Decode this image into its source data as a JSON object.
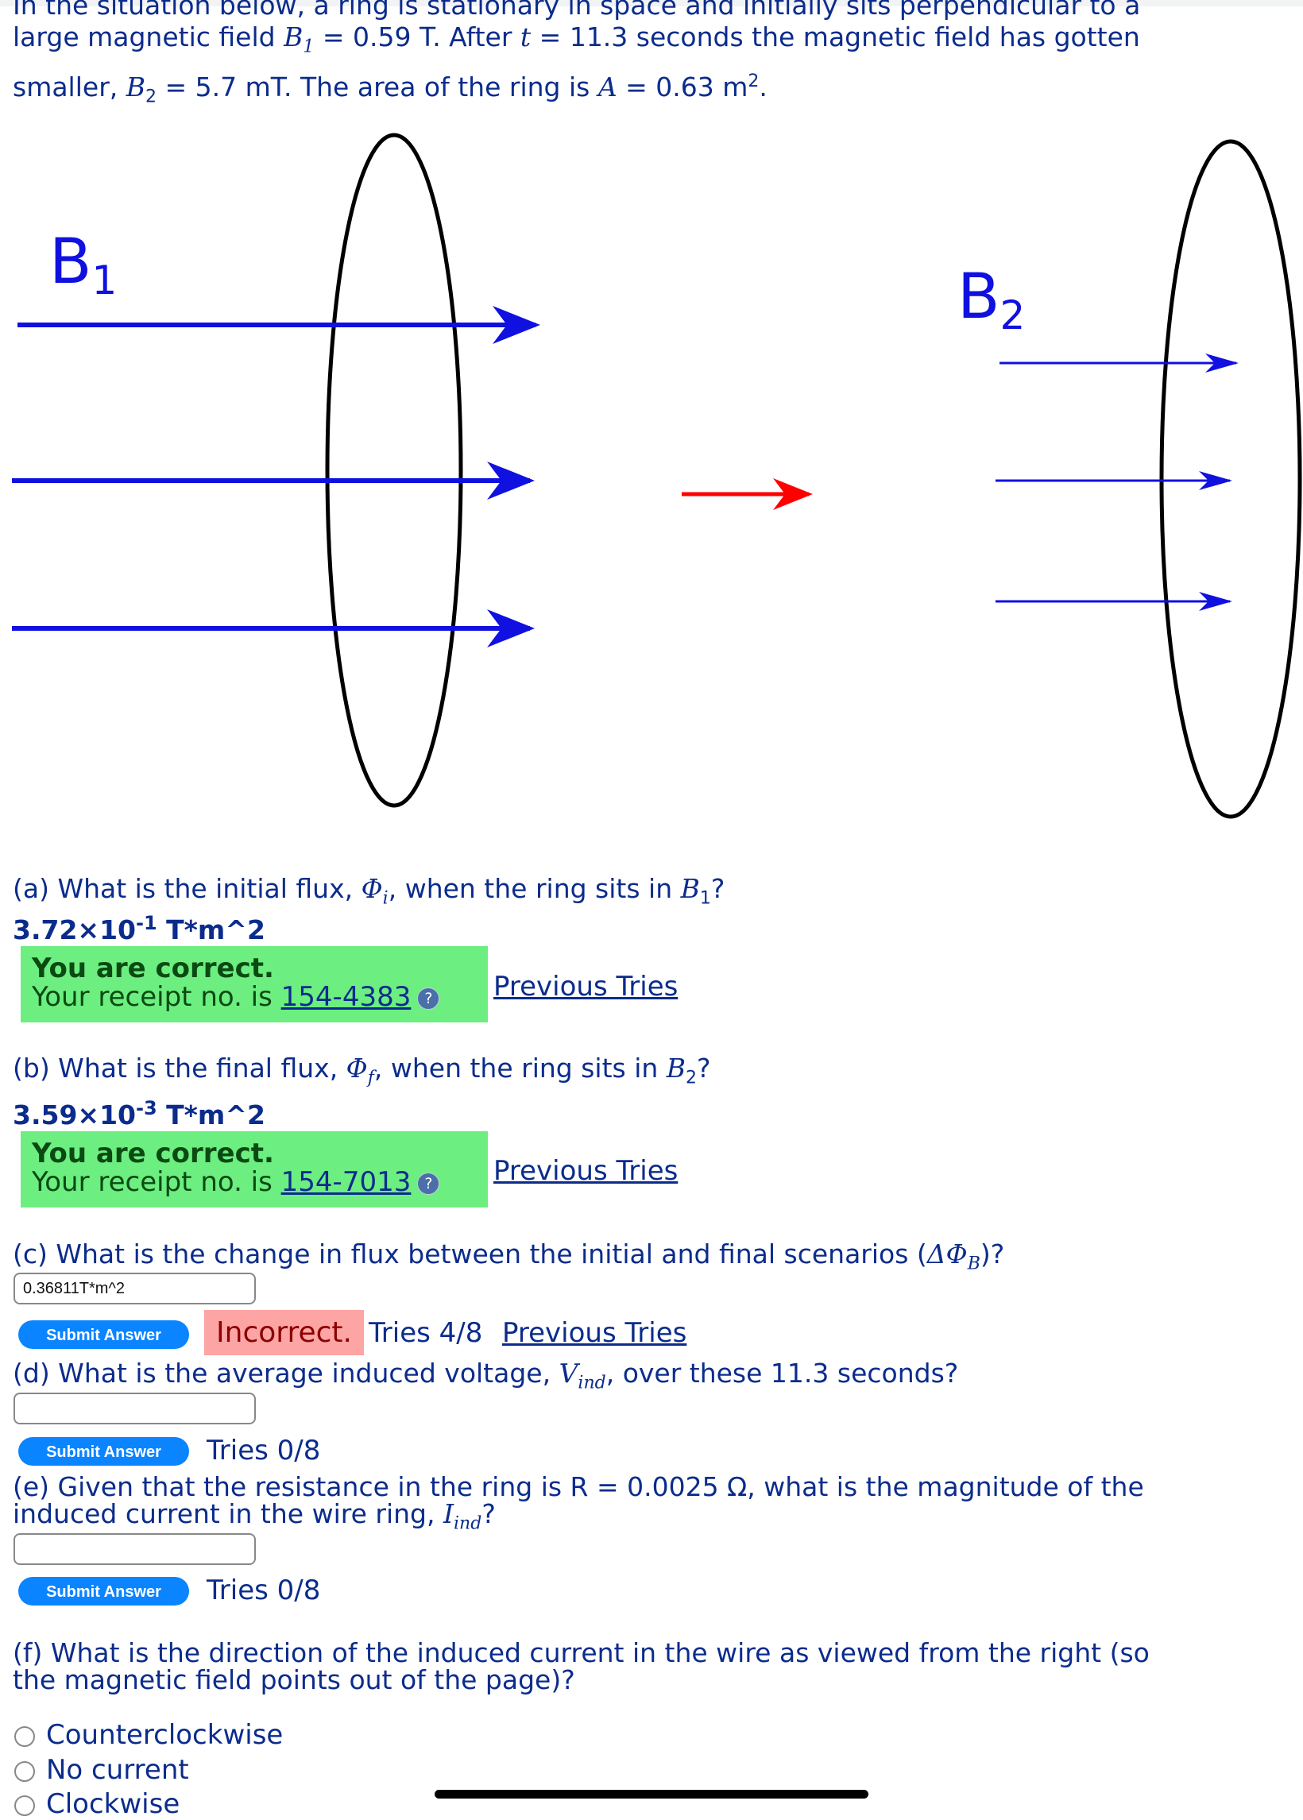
{
  "intro": {
    "line1": "In the situation below, a ring is stationary in space and initially sits perpendicular to a",
    "line2_a": "large magnetic field ",
    "b1_sym": "B",
    "b1_sub": "1",
    "line2_b": " = 0.59 T. After ",
    "t_sym": "t",
    "line2_c": " = 11.3 seconds the magnetic field has gotten",
    "line3_a": "smaller, ",
    "b2_sym": "B",
    "b2_sub": "2",
    "line3_b": " = 5.7 mT. The area of the ring is ",
    "a_sym": "A",
    "line3_c": " = 0.63 m",
    "line3_sup": "2",
    "line3_end": "."
  },
  "diagram": {
    "label_b1": "B",
    "label_b1_sub": "1",
    "label_b2": "B",
    "label_b2_sub": "2",
    "field_color": "#1010e0",
    "transition_arrow_color": "#ff0000"
  },
  "parts": {
    "a": {
      "question_a": "(a) What is the initial flux, ",
      "sym": "Φ",
      "sub": "i",
      "question_b": ", when the ring sits in ",
      "field": "B",
      "field_sub": "1",
      "question_c": "?",
      "answer_mant": "3.72×10",
      "answer_exp": "-1",
      "answer_unit": " T*m^2",
      "status": "You are correct.",
      "receipt_label": "Your receipt no. is ",
      "receipt": "154-4383",
      "help": "?",
      "previous": "Previous Tries"
    },
    "b": {
      "question_a": "(b) What is the final flux, ",
      "sym": "Φ",
      "sub": "f",
      "question_b": ", when the ring sits in ",
      "field": "B",
      "field_sub": "2",
      "question_c": "?",
      "answer_mant": "3.59×10",
      "answer_exp": "-3",
      "answer_unit": " T*m^2",
      "status": "You are correct.",
      "receipt_label": "Your receipt no. is ",
      "receipt": "154-7013",
      "help": "?",
      "previous": "Previous Tries"
    },
    "c": {
      "question_a": "(c) What is the change in flux between the initial and final scenarios (",
      "sym": "ΔΦ",
      "sub": "B",
      "question_b": ")?",
      "input_value": "0.36811T*m^2",
      "submit": "Submit Answer",
      "result": "Incorrect.",
      "tries": "Tries 4/8",
      "previous": "Previous Tries"
    },
    "d": {
      "question_a": "(d) What is the average induced voltage, ",
      "sym": "V",
      "sub": "ind",
      "question_b": ", over these 11.3 seconds?",
      "input_value": "",
      "submit": "Submit Answer",
      "tries": "Tries 0/8"
    },
    "e": {
      "line1": "(e) Given that the resistance in the ring is R = 0.0025 Ω, what is the magnitude of the",
      "line2_a": "induced current in the wire ring, ",
      "sym": "I",
      "sub": "ind",
      "line2_b": "?",
      "input_value": "",
      "submit": "Submit Answer",
      "tries": "Tries 0/8"
    },
    "f": {
      "line1": "(f) What is the direction of the induced current in the wire as viewed from the right (so",
      "line2": "the magnetic field points out of the page)?",
      "options": [
        "Counterclockwise",
        "No current",
        "Clockwise"
      ]
    }
  }
}
